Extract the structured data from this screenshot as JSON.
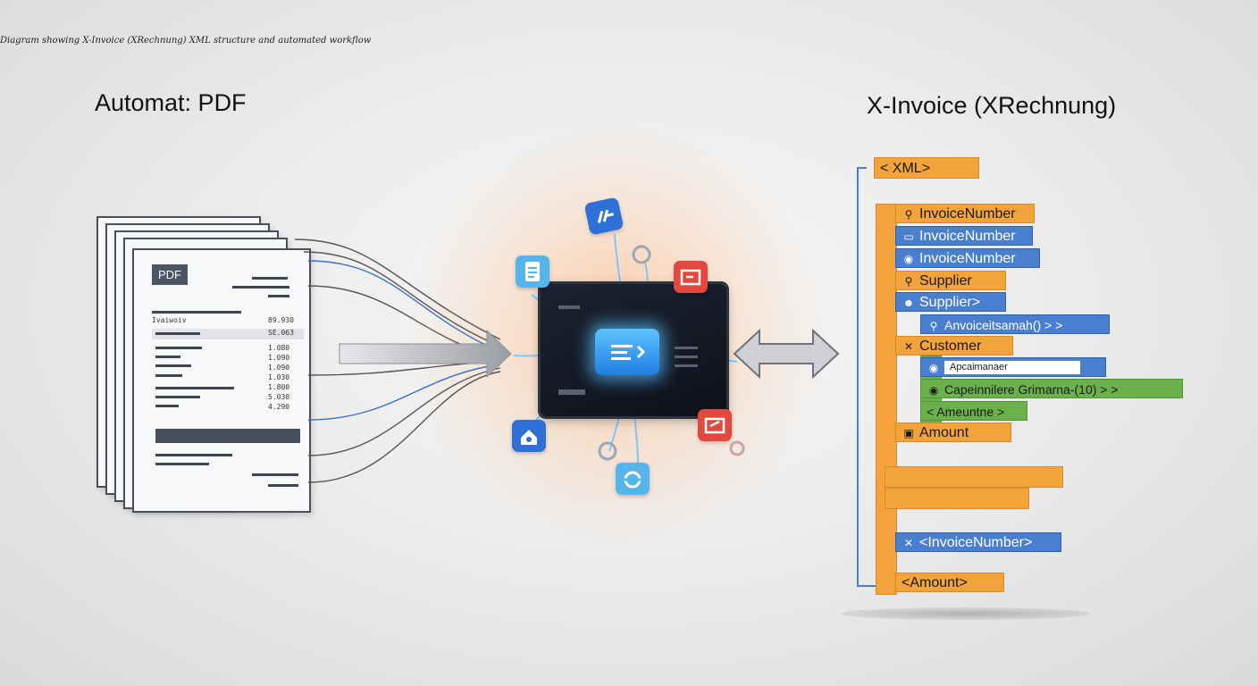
{
  "caption": "Diagram showing X-Invoice (XRechnung) XML structure and automated workflow",
  "left": {
    "title": "Automat: PDF",
    "pdf_label": "PDF",
    "doc_rows": [
      {
        "label": "Ivaiwoiv",
        "value": "89.930"
      },
      {
        "label": "",
        "value": "SE.063"
      },
      {
        "label": "",
        "value": "1.080"
      },
      {
        "label": "",
        "value": "1.090"
      },
      {
        "label": "",
        "value": "1.090"
      },
      {
        "label": "",
        "value": "1.030"
      },
      {
        "label": "",
        "value": "1.800"
      },
      {
        "label": "",
        "value": "5.030"
      },
      {
        "label": "",
        "value": "4.290"
      }
    ]
  },
  "right": {
    "title": "X-Invoice (XRechnung)",
    "xml_root": "< XML>",
    "tags": [
      {
        "text": "InvoiceNumber",
        "color": "orange",
        "icon": "link-icon"
      },
      {
        "text": "InvoiceNumber",
        "color": "blue",
        "icon": "comment-icon"
      },
      {
        "text": "InvoiceNumber",
        "color": "blue",
        "icon": "eye-icon"
      },
      {
        "text": "Supplier",
        "color": "orange",
        "icon": "link-icon"
      },
      {
        "text": "Supplier>",
        "color": "blue",
        "icon": "users-icon"
      },
      {
        "text": "Anvoiceitsamah() > >",
        "color": "blue",
        "icon": "link-icon"
      },
      {
        "text": "Customer",
        "color": "orange",
        "icon": "tools-icon"
      },
      {
        "text": "Apcaimanaer",
        "color": "blue",
        "icon": "eye-icon"
      },
      {
        "text": "Capeinnilere Grimarna-(10) > >",
        "color": "green",
        "icon": "eye-icon"
      },
      {
        "text": "< Ameuntne >",
        "color": "green",
        "icon": "none"
      },
      {
        "text": "Amount",
        "color": "orange",
        "icon": "box-icon"
      },
      {
        "text": "<InvoiceNumber>",
        "color": "blue",
        "icon": "tools-icon"
      },
      {
        "text": "<Amount>",
        "color": "orange",
        "icon": "none"
      }
    ]
  },
  "colors": {
    "orange": "#f2a33c",
    "blue": "#4a7fd0",
    "green": "#6ab04c",
    "chip": "#0d111a",
    "glow": "#ffa05a"
  }
}
